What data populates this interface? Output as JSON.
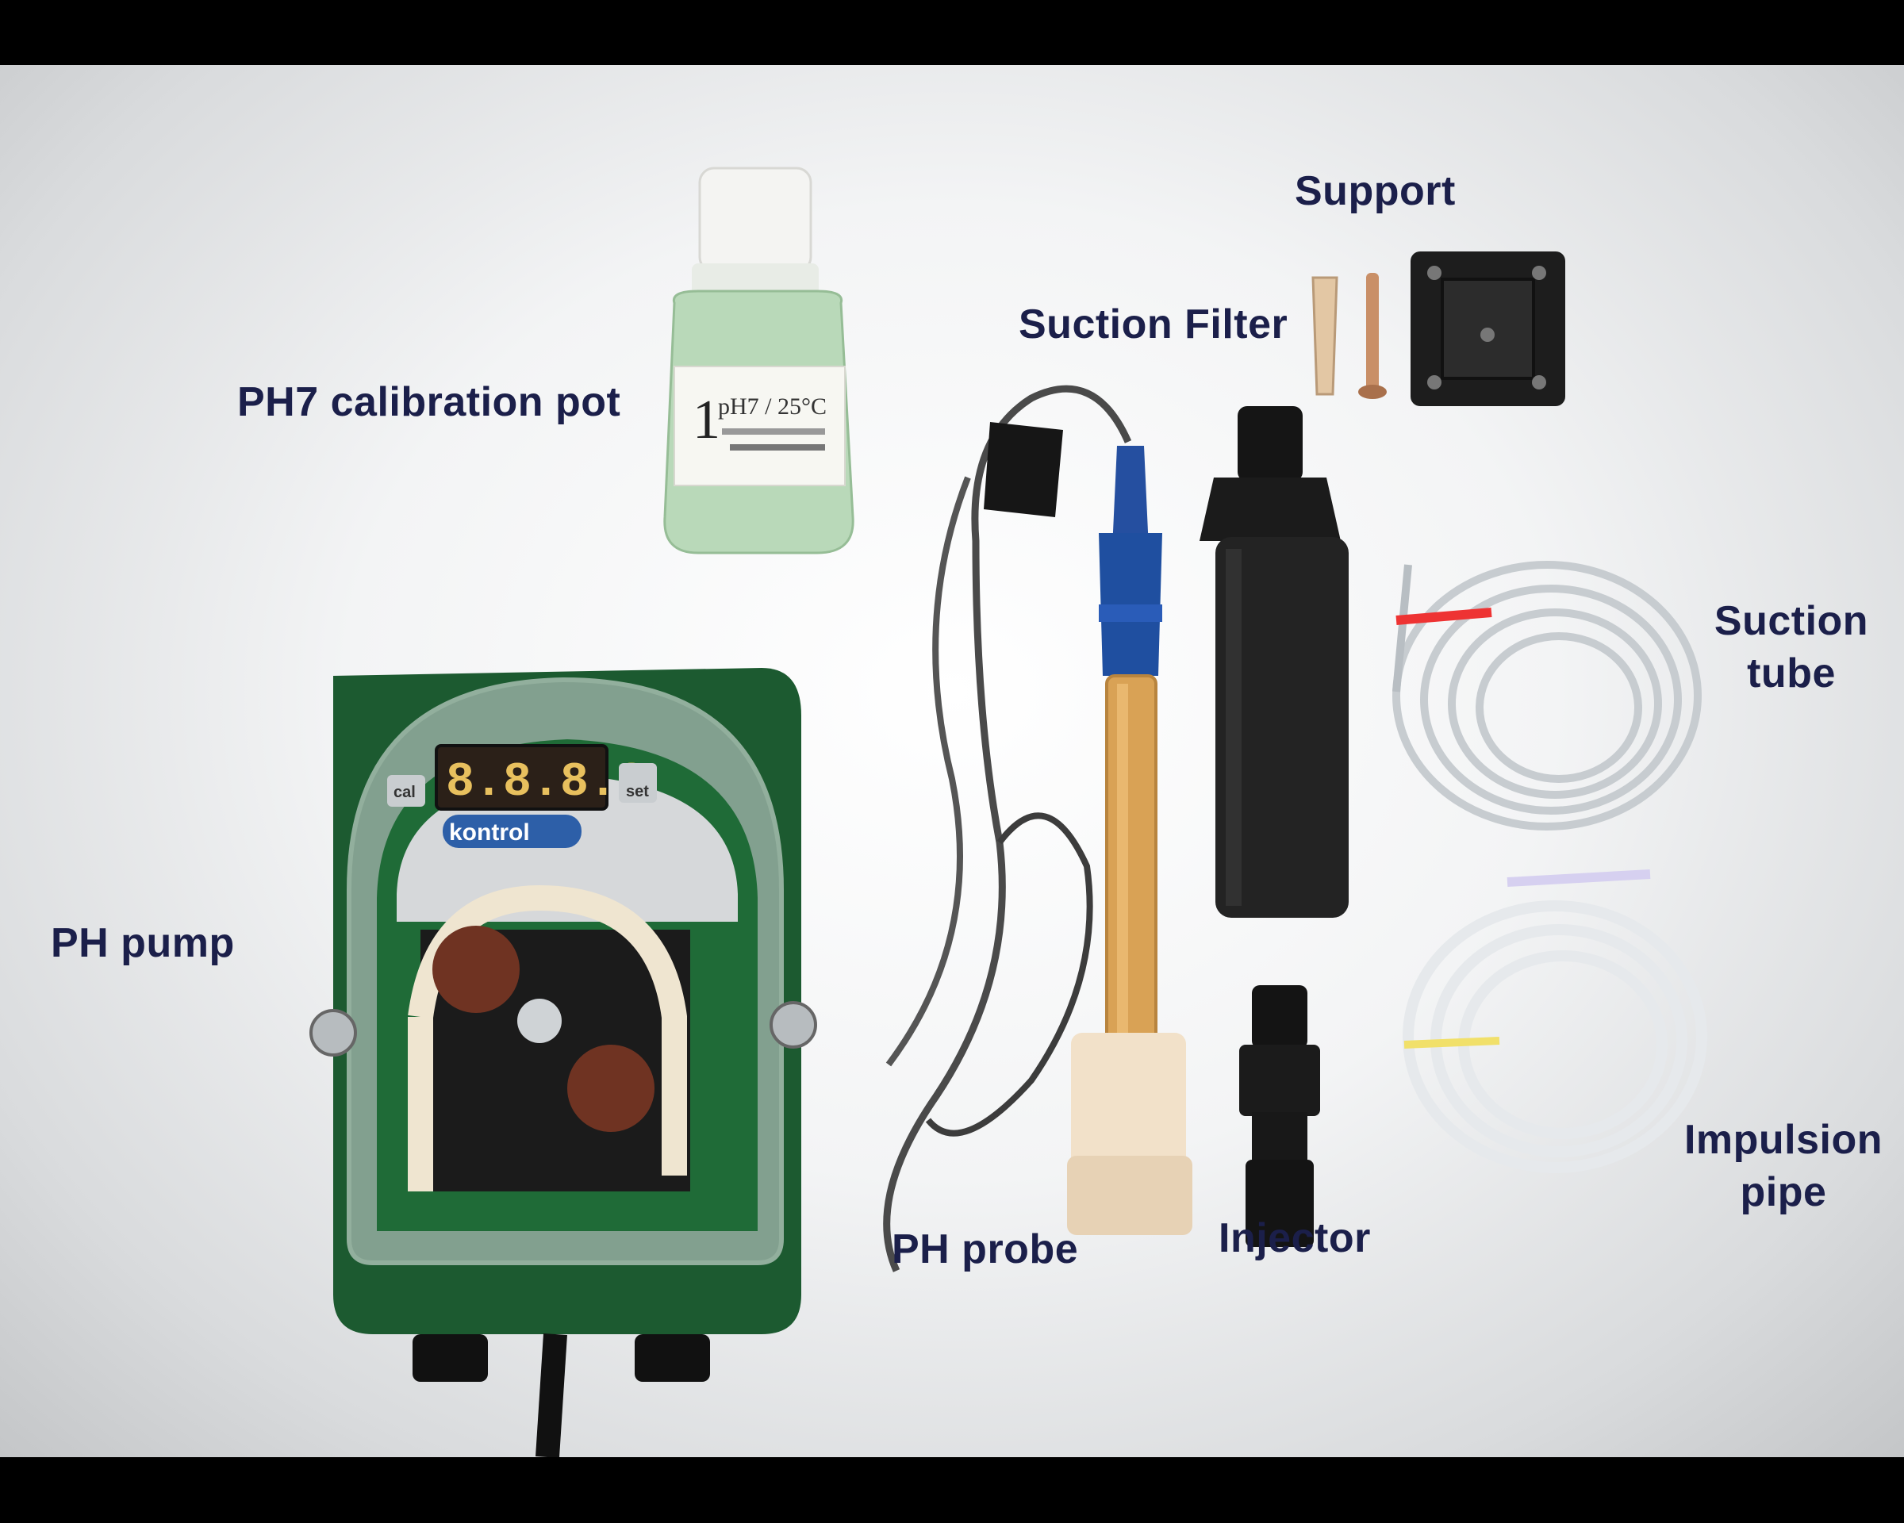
{
  "labels": {
    "calibration_pot": "PH7 calibration pot",
    "support": "Support",
    "suction_filter": "Suction Filter",
    "suction_tube_l1": "Suction",
    "suction_tube_l2": "tube",
    "ph_pump": "PH pump",
    "ph_probe": "PH probe",
    "injector": "Injector",
    "impulsion_pipe_l1": "Impulsion",
    "impulsion_pipe_l2": "pipe"
  },
  "pump": {
    "display_value": "8.8.8.8",
    "cal_button": "cal",
    "set_button": "set",
    "brand": "kontrol"
  },
  "bottle": {
    "number": "1",
    "label_text": "pH7 / 25°C"
  },
  "colors": {
    "label_text": "#1b1f4a",
    "pump_green": "#1f6b37",
    "probe_blue": "#1f4fa0"
  }
}
